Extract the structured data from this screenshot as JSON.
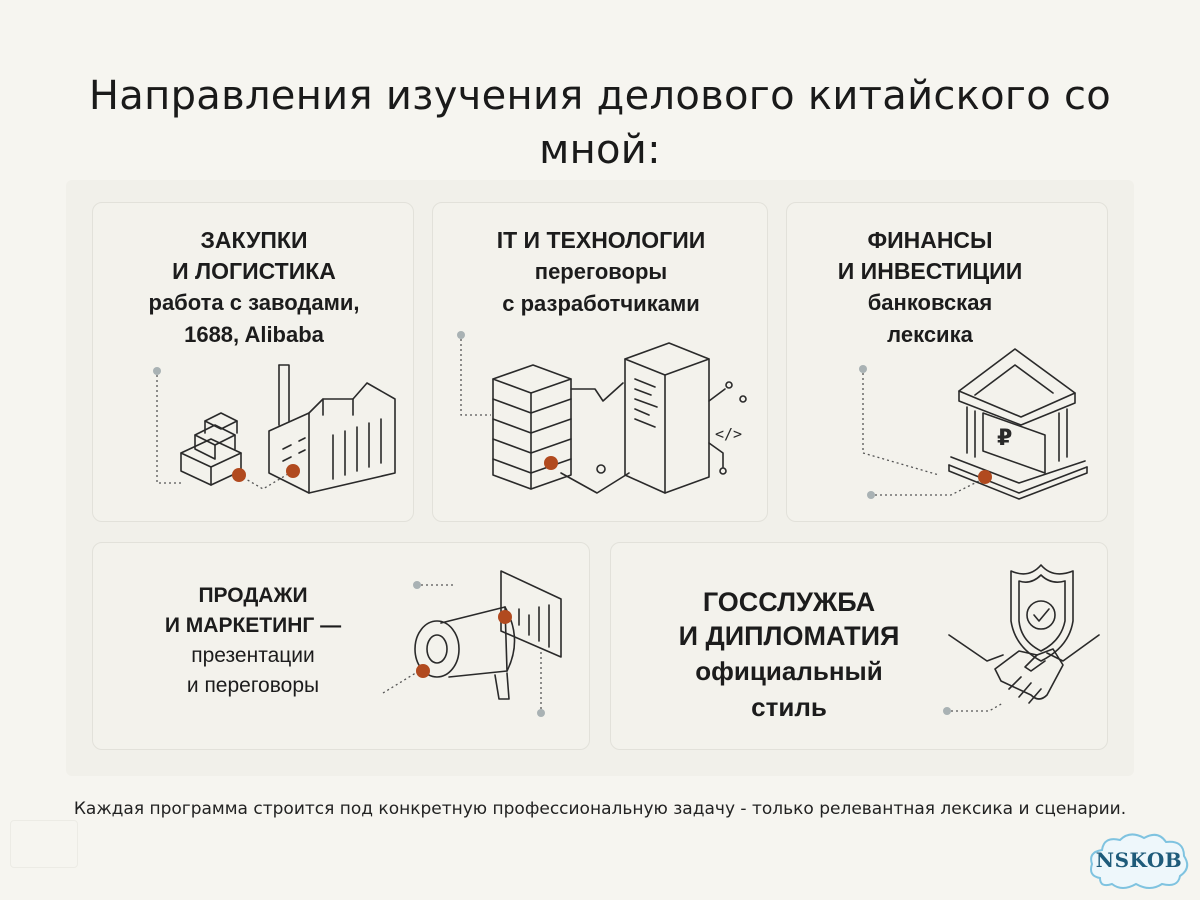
{
  "title": "Направления изучения делового китайского со мной:",
  "cards": [
    {
      "heading_line1": "ЗАКУПКИ",
      "heading_line2": "И ЛОГИСТИКА",
      "sub_line1": "работа с заводами,",
      "sub_line2": "1688, Alibaba",
      "icon": "factory-icon"
    },
    {
      "heading_line1": "IT И ТЕХНОЛОГИИ",
      "sub_line1": "переговоры",
      "sub_line2": "с разработчиками",
      "icon": "server-icon",
      "code_glyph": "</>"
    },
    {
      "heading_line1": "ФИНАНСЫ",
      "heading_line2": "И ИНВЕСТИЦИИ",
      "sub_line1": "банковская",
      "sub_line2": "лексика",
      "icon": "bank-icon",
      "currency_symbol": "₽"
    },
    {
      "heading_line1": "ПРОДАЖИ",
      "heading_line2": "И МАРКЕТИНГ —",
      "sub_line1": "презентации",
      "sub_line2": "и переговоры",
      "icon": "megaphone-icon"
    },
    {
      "heading_line1": "ГОССЛУЖБА",
      "heading_line2": "И ДИПЛОМАТИЯ",
      "sub_line1": "официальный",
      "sub_line2": "стиль",
      "icon": "handshake-shield-icon"
    }
  ],
  "footer": "Каждая программа строится под конкретную профессиональную задачу - только релевантная лексика и сценарии.",
  "watermark": "NSKOB",
  "colors": {
    "background": "#f6f5f0",
    "card": "#f3f2ec",
    "accent_node": "#b14a1f",
    "logo": "#1f5b7a"
  }
}
